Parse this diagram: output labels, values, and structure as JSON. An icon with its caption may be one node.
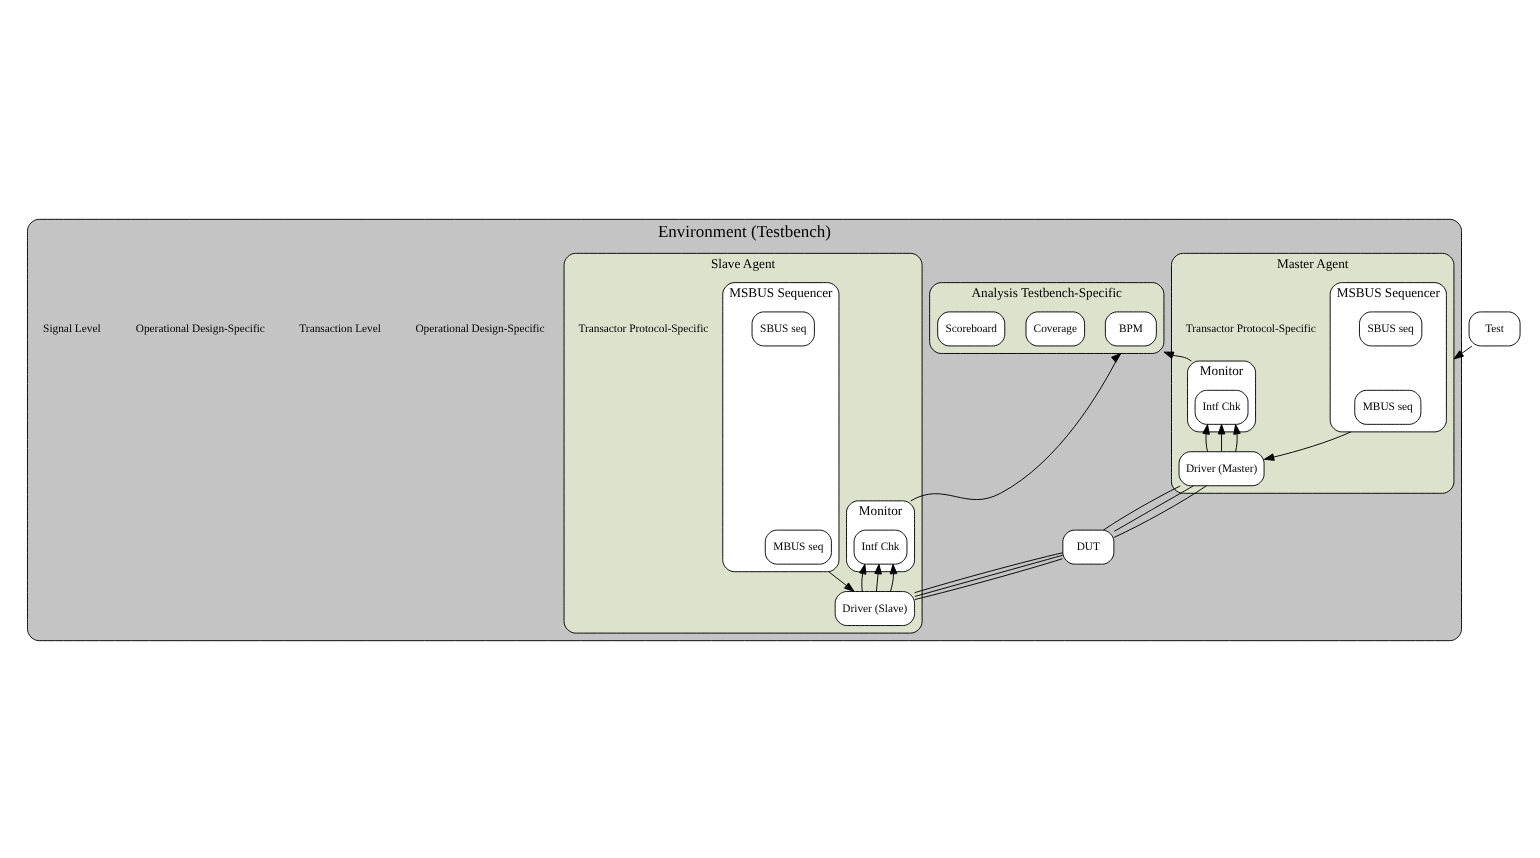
{
  "diagram": {
    "nodes": [
      {
        "text": [
          "Environment (Testbench)"
        ]
      },
      {
        "text": [
          "Test"
        ]
      },
      {
        "text": [
          "Analysis Testbench-Specific"
        ],
        "in": 0
      },
      {
        "text": [
          "BPM"
        ],
        "in": 2
      },
      {
        "text": [
          "Coverage"
        ],
        "in": 2
      },
      {
        "text": [
          "Scoreboard"
        ],
        "in": 2
      },
      {
        "text": [
          "Master Agent"
        ],
        "in": 0,
        "beside": [
          "Transactor Protocol-Specific"
        ]
      },
      {
        "text": [
          "MSBUS Sequencer"
        ],
        "in": 6
      },
      {
        "text": [
          "MBUS seq"
        ],
        "in": 7
      },
      {
        "text": [
          "SBUS seq"
        ],
        "in": 7
      },
      {
        "text": [
          "Monitor"
        ],
        "in": 6
      },
      {
        "text": [
          "Intf Chk"
        ],
        "in": 10
      },
      {
        "text": [
          "Driver (Master)"
        ],
        "in": 6
      },
      {
        "text": [
          "DUT"
        ],
        "in": 0
      },
      {
        "text": [
          "Slave Agent"
        ],
        "in": 0,
        "beside": [
          "Transactor Protocol-Specific"
        ]
      },
      {
        "text": [
          "Monitor"
        ],
        "in": 14
      },
      {
        "text": [
          "Intf Chk"
        ],
        "in": 15
      },
      {
        "text": [
          "MSBUS Sequencer"
        ],
        "in": 14
      },
      {
        "text": [
          "MBUS seq"
        ],
        "in": 17
      },
      {
        "text": [
          "SBUS seq"
        ],
        "in": 17
      },
      {
        "text": [
          "Driver (Slave)"
        ],
        "in": 14
      }
    ],
    "edges": [
      {
        "from": 1,
        "to": 6,
        "arrow": "to"
      },
      {
        "from": 10,
        "to": 2,
        "arrow": "to"
      },
      {
        "from": 15,
        "to": 2,
        "arrow": "to"
      },
      {
        "from": 7,
        "to": 12,
        "arrow": "to"
      },
      {
        "from": 17,
        "to": 20,
        "arrow": "to"
      },
      {
        "from": 12,
        "to": 13,
        "arrow": "none"
      },
      {
        "from": 12,
        "to": 13,
        "arrow": "none"
      },
      {
        "from": 12,
        "to": 13,
        "arrow": "none"
      },
      {
        "from": 13,
        "to": 20,
        "arrow": "none"
      },
      {
        "from": 13,
        "to": 20,
        "arrow": "none"
      },
      {
        "from": 13,
        "to": 20,
        "arrow": "none"
      },
      {
        "from": 12,
        "to": 11,
        "arrow": "to"
      },
      {
        "from": 12,
        "to": 11,
        "arrow": "to"
      },
      {
        "from": 12,
        "to": 11,
        "arrow": "to"
      },
      {
        "from": 20,
        "to": 16,
        "arrow": "to"
      },
      {
        "from": 20,
        "to": 16,
        "arrow": "to"
      },
      {
        "from": 20,
        "to": 16,
        "arrow": "to"
      }
    ],
    "labels": [
      "Operational Design-Specific",
      "Transaction Level",
      "Operational Design-Specific",
      "Signal Level"
    ]
  }
}
